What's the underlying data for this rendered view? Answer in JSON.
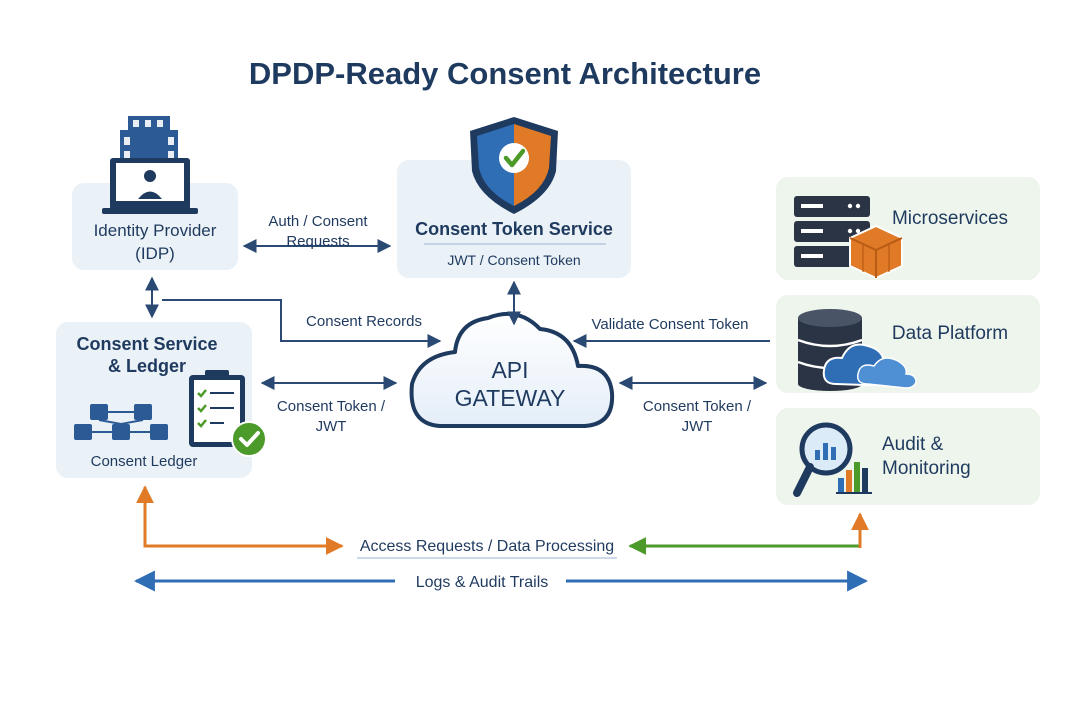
{
  "title": "DPDP-Ready Consent Architecture",
  "colors": {
    "navy": "#1f3a5f",
    "blue": "#2f6db5",
    "orange": "#e07a26",
    "green": "#4c9a2a",
    "box_blue": "#eaf1f7",
    "box_green": "#eef5ec"
  },
  "nodes": {
    "idp": {
      "line1": "Identity Provider",
      "line2": "(IDP)"
    },
    "token_service": {
      "title": "Consent Token Service",
      "subtitle": "JWT / Consent Token"
    },
    "consent_service": {
      "line1": "Consent Service",
      "line2": "& Ledger",
      "caption": "Consent Ledger"
    },
    "gateway": {
      "line1": "API",
      "line2": "GATEWAY"
    },
    "microservices": {
      "label": "Microservices"
    },
    "data_platform": {
      "label": "Data Platform"
    },
    "audit": {
      "line1": "Audit &",
      "line2": "Monitoring"
    }
  },
  "edges": {
    "auth_consent": {
      "line1": "Auth / Consent",
      "line2": "Requests"
    },
    "consent_records": {
      "label": "Consent Records"
    },
    "validate_token": {
      "label": "Validate Consent Token"
    },
    "token_left": {
      "line1": "Consent Token /",
      "line2": "JWT"
    },
    "token_right": {
      "line1": "Consent Token /",
      "line2": "JWT"
    },
    "access_requests": {
      "label": "Access Requests / Data Processing"
    },
    "logs": {
      "label": "Logs & Audit Trails"
    }
  },
  "icons": {
    "idp": "building-user-icon",
    "token_service": "shield-check-icon",
    "consent_service": "blockchain-clipboard-icon",
    "microservices": "server-cube-icon",
    "data_platform": "database-cloud-icon",
    "audit": "magnifier-chart-icon"
  }
}
